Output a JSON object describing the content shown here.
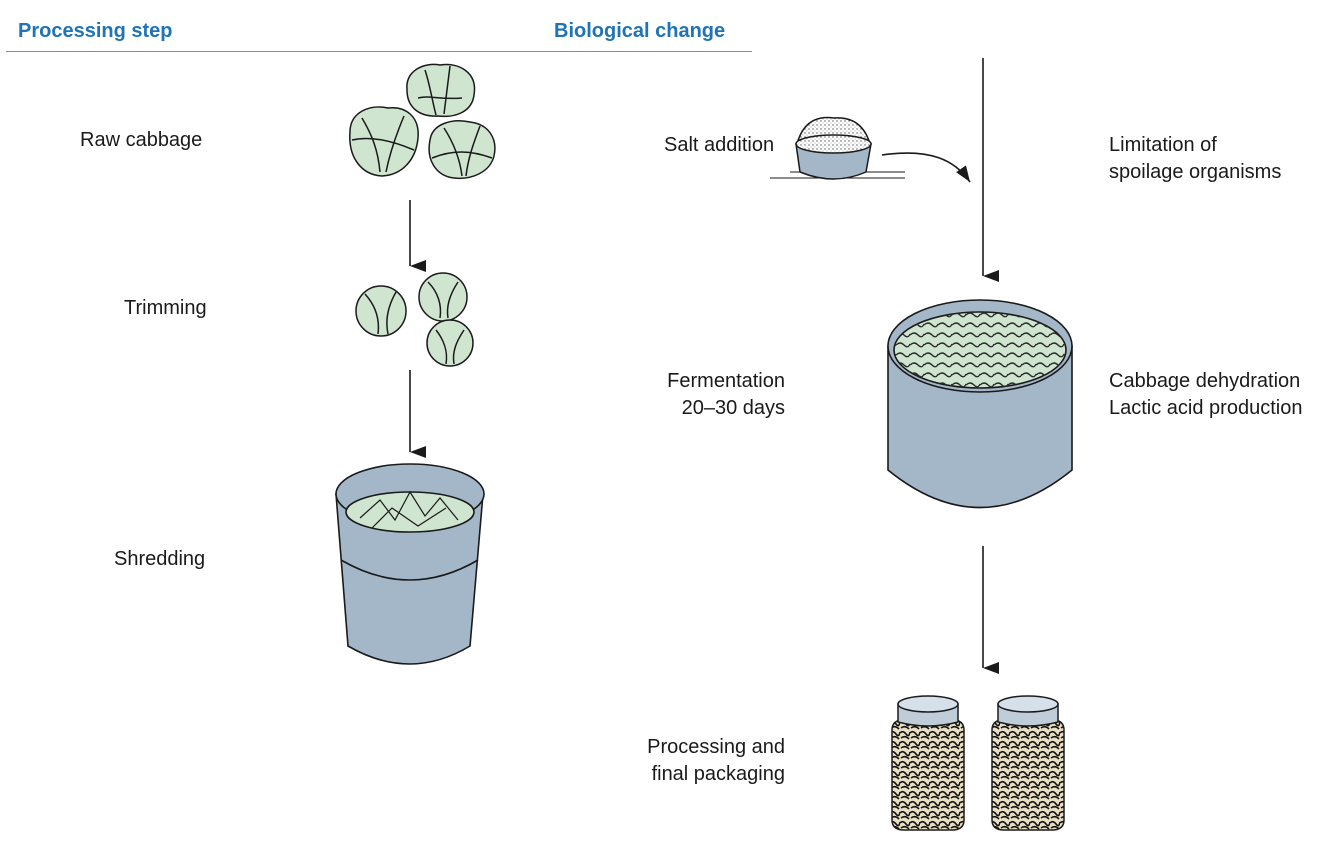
{
  "headers": {
    "processing_step": "Processing step",
    "biological_change": "Biological change"
  },
  "steps": {
    "raw_cabbage": "Raw cabbage",
    "trimming": "Trimming",
    "shredding": "Shredding",
    "salt_addition": "Salt addition",
    "fermentation": [
      "Fermentation",
      "20–30 days"
    ],
    "processing": [
      "Processing and",
      "final packaging"
    ]
  },
  "changes": {
    "salt": [
      "Limitation of",
      "spoilage organisms"
    ],
    "fermentation": [
      "Cabbage dehydration",
      "Lactic acid production"
    ]
  },
  "colors": {
    "header_blue": "#1f73b7",
    "cabbage_green": "#cfe5cf",
    "container_blue": "#a4b7c9",
    "outline": "#1a1a1a"
  }
}
